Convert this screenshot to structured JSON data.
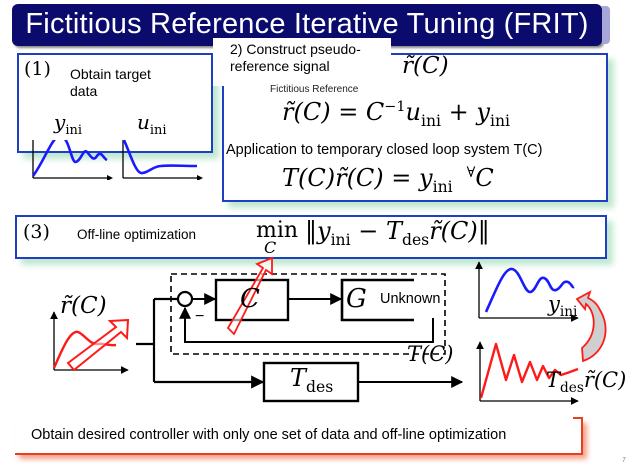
{
  "title": "Fictitious Reference Iterative Tuning (FRIT)",
  "step1": {
    "number": "(1)",
    "label_line1": "Obtain target",
    "label_line2": "data",
    "y_label": "y",
    "y_sub": "ini",
    "u_label": "u",
    "u_sub": "ini"
  },
  "step2": {
    "callout_line1": "2) Construct pseudo-",
    "callout_line2": "reference signal",
    "signal": "r̃(C)",
    "fictitious_label": "Fictitious Reference",
    "eq1_lhs": "r̃(C) = C",
    "eq1_exp": "−1",
    "eq1_u": "u",
    "eq1_u_sub": "ini",
    "eq1_plus": " + y",
    "eq1_y_sub": "ini",
    "application_label": "Application to temporary closed loop system T(C)",
    "eq2_lhs": "T(C)r̃(C) = y",
    "eq2_sub": "ini",
    "eq2_forall": "∀",
    "eq2_c": "C"
  },
  "step3": {
    "number": "(3)",
    "label": "Off-line optimization",
    "min": "min",
    "min_under": "C",
    "expr_a": "‖y",
    "expr_a_sub": "ini",
    "expr_b": " − T",
    "expr_b_sub": "des",
    "expr_c": "r̃(C)‖"
  },
  "diagram": {
    "input_label": "r̃(C)",
    "controller": "C",
    "plant": "G",
    "unknown": "Unknown",
    "minus": "−",
    "loop_label": "T(C)",
    "tdes_T": "T",
    "tdes_sub": "des",
    "output_top_label": "y",
    "output_top_sub": "ini",
    "output_bottom_T": "T",
    "output_bottom_sub": "des",
    "output_bottom_rest": "r̃(C)"
  },
  "conclusion": "Obtain desired controller with only one set of data and off-line optimization",
  "page_number": "7",
  "colors": {
    "title_bg": "#0b0b6e",
    "panel_border": "#1e3fc0",
    "panel_shadow": "#bfe8cf",
    "blue_signal": "#1a1aff",
    "red_signal": "#ff1a1a",
    "accent_orange": "#e8401c"
  }
}
